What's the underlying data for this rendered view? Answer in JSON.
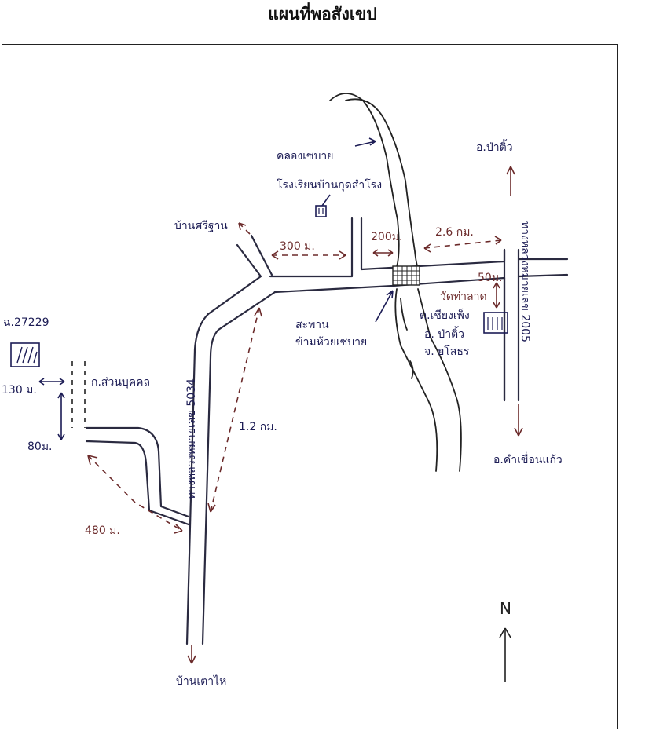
{
  "title": "แผนที่พอสังเขป",
  "labels": {
    "parcel": "ฉ.27229",
    "dist_130": "130 ม.",
    "dist_80": "80ม.",
    "lane": "ก.ส่วนบุคคล",
    "dist_480": "480 ม.",
    "road_5034": "ทางหลวงหมายเลข 5034",
    "dist_1_2": "1.2 กม.",
    "village_sritan": "บ้านศรีฐาน",
    "dist_300": "300 ม.",
    "school": "โรงเรียนบ้านกุดสำโรง",
    "canal": "คลองเซบาย",
    "dist_200": "200ม.",
    "bridge": "สะพาน\nข้ามห้วยเซบาย",
    "dist_2_6": "2.6 กม.",
    "to_pakhiew": "อ.ป่าติ้ว",
    "road_2005": "ทางหลวงหมายเลข 2005",
    "dist_50": "50ม.",
    "temple": "วัดท่าลาด",
    "temple_addr_1": "ต.เชียงเพ็ง",
    "temple_addr_2": "อ. ป่าติ้ว",
    "temple_addr_3": "จ. ยโสธร",
    "to_kham_khuean_kaeo": "อ.คำเขื่อนแก้ว",
    "village_tao_hai": "บ้านเตาไห",
    "north": "N"
  },
  "icons": {
    "parcel": "parcel-box-icon",
    "school": "school-building-icon",
    "temple": "temple-building-icon",
    "bridge": "bridge-grid-icon",
    "north": "north-arrow-icon"
  },
  "colors": {
    "ink_blue": "#1c1c55",
    "ink_red": "#6b2a2a",
    "road": "#2a2a40"
  }
}
